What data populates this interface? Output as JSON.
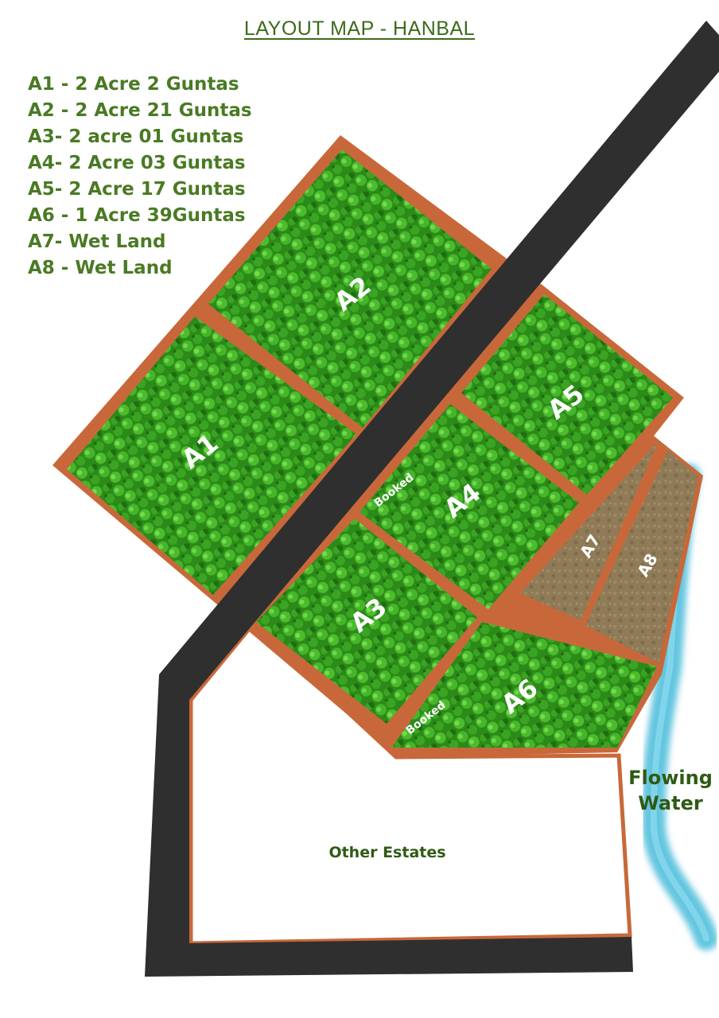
{
  "title": "LAYOUT MAP - HANBAL",
  "legend": [
    "A1 - 2 Acre 2 Guntas",
    "A2 - 2 Acre 21 Guntas",
    "A3- 2 acre 01 Guntas",
    "A4- 2 Acre 03 Guntas",
    "A5- 2 Acre 17 Guntas",
    "A6 - 1 Acre 39Guntas",
    "A7- Wet Land",
    "A8 - Wet Land"
  ],
  "plots": {
    "a1": "A1",
    "a2": "A2",
    "a3": "A3",
    "a4": "A4",
    "a5": "A5",
    "a6": "A6",
    "a7": "A7",
    "a8": "A8"
  },
  "booked_a4": "Booked",
  "booked_a6": "Booked",
  "other_estates": "Other Estates",
  "water_line1": "Flowing",
  "water_line2": "Water",
  "colors": {
    "title": "#3d6b1c",
    "legend": "#4a7a23",
    "green_plot": "#2f9a1e",
    "border": "#c8683a",
    "road": "#2f2f2f",
    "wet_land": "#8e7a56",
    "water": "#5cc6de"
  }
}
